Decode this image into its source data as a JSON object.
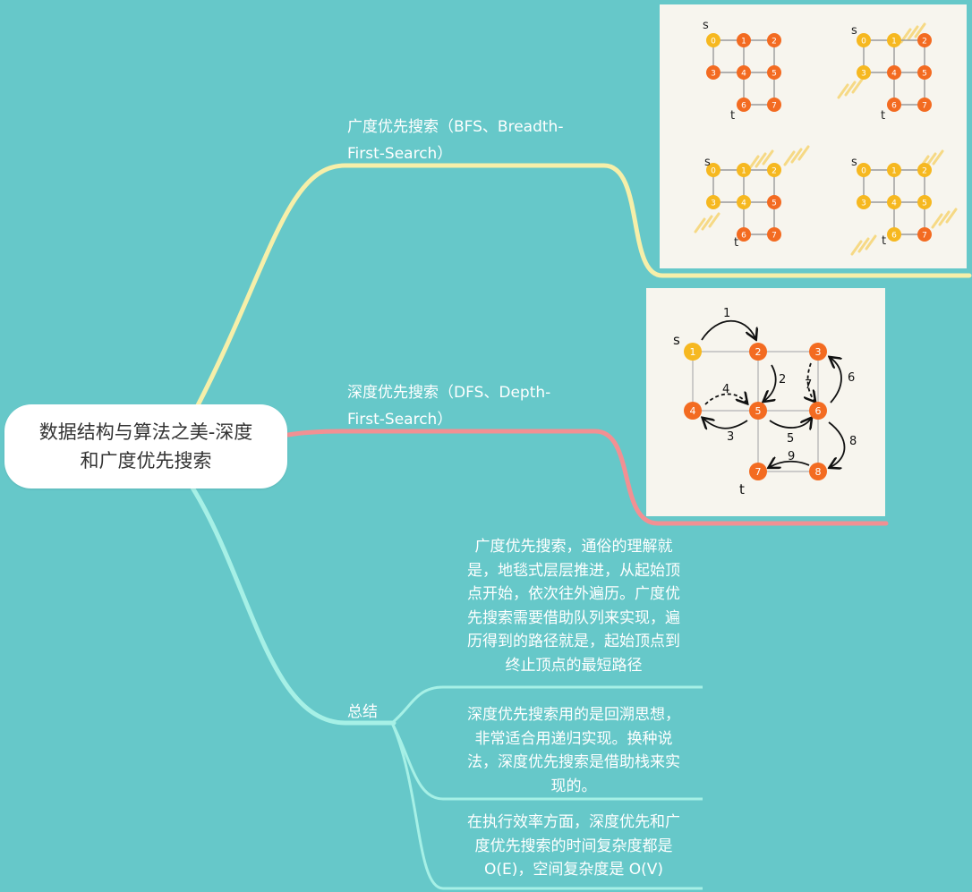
{
  "root": {
    "line1": "数据结构与算法之美-深度",
    "line2": "和广度优先搜索"
  },
  "branches": {
    "bfs": {
      "line1": "广度优先搜索（BFS、Breadth-",
      "line2": "First-Search）",
      "color": "#f6efa9"
    },
    "dfs": {
      "line1": "深度优先搜索（DFS、Depth-",
      "line2": "First-Search）",
      "color": "#f29093"
    },
    "summary": {
      "label": "总结",
      "color": "#a6f0e6",
      "items": [
        {
          "lines": [
            "广度优先搜索，通俗的理解就",
            "是，地毯式层层推进，从起始顶",
            "点开始，依次往外遍历。广度优",
            "先搜索需要借助队列来实现，遍",
            "历得到的路径就是，起始顶点到",
            "终止顶点的最短路径"
          ]
        },
        {
          "lines": [
            "深度优先搜索用的是回溯思想，",
            "非常适合用递归实现。换种说",
            "法，深度优先搜索是借助栈来实",
            "现的。"
          ]
        },
        {
          "lines": [
            "在执行效率方面，深度优先和广",
            "度优先搜索的时间复杂度都是",
            "O(E)，空间复杂度是 O(V)"
          ]
        }
      ]
    }
  },
  "bfs_figure": {
    "source_label": "s",
    "target_label": "t",
    "vertices": [
      "0",
      "1",
      "2",
      "3",
      "4",
      "5",
      "6",
      "7"
    ]
  },
  "dfs_figure": {
    "source_label": "s",
    "target_label": "t",
    "vertices": [
      "1",
      "2",
      "3",
      "4",
      "5",
      "6",
      "7",
      "8"
    ],
    "step_labels": [
      "1",
      "2",
      "3",
      "4",
      "5",
      "6",
      "7",
      "8",
      "9"
    ]
  },
  "colors": {
    "background": "#66c8c9",
    "node_orange": "#f36b21",
    "node_yellow": "#f6b820"
  }
}
